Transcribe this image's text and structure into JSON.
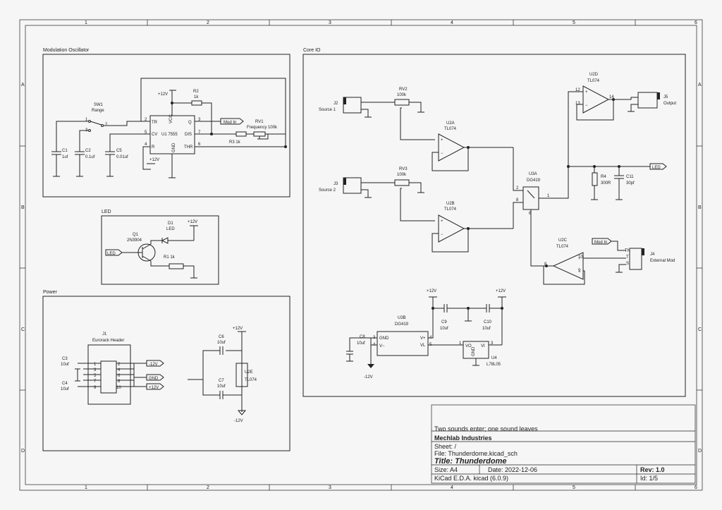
{
  "frame": {
    "cols": [
      "1",
      "2",
      "3",
      "4",
      "5",
      "6"
    ],
    "rows": [
      "A",
      "B",
      "C",
      "D"
    ]
  },
  "sections": {
    "modosc": "Modulation Oscillator",
    "coreio": "Core IO",
    "led": "LED",
    "power": "Power"
  },
  "modosc": {
    "sw1": "SW1",
    "sw1_val": "Range",
    "c1": "C1",
    "c1_val": "1uf",
    "c2": "C2",
    "c2_val": "0.1uf",
    "c5": "C5",
    "c5_val": "0.01uf",
    "r2": "R2",
    "r2_val": "1k",
    "r3": "R3 1k",
    "rv1": "RV1",
    "rv1_val": "Frequency 100k",
    "u1": "U1 7555",
    "vcc": "+12V",
    "vcc2": "+12V",
    "pins": {
      "tr": "TR",
      "cv": "CV",
      "r": "R",
      "q": "Q",
      "dis": "DIS",
      "thr": "THR",
      "vcc": "VCC",
      "gnd": "GND"
    },
    "modin": "Mod In"
  },
  "led": {
    "q1": "Q1",
    "q1_val": "2N3904",
    "d1": "D1",
    "d1_val": "LED",
    "r1": "R1 1k",
    "vcc": "+12V",
    "net": "LED"
  },
  "power": {
    "j1": "J1",
    "j1_val": "Eurorack Header",
    "c3": "C3",
    "c3_val": "10uf",
    "c4": "C4",
    "c4_val": "10uf",
    "c6": "C6",
    "c6_val": "10uf",
    "c7": "C7",
    "c7_val": "10uf",
    "u2e": "U2E",
    "u2e_val": "TL074",
    "p12": "+12V",
    "m12": "-12V",
    "n_m12": "-12V",
    "n_gnd": "GND",
    "n_p12": "+12V",
    "pins_l": [
      "1",
      "3",
      "5",
      "7",
      "9"
    ],
    "pins_r": [
      "2",
      "4",
      "6",
      "8",
      "10"
    ]
  },
  "core": {
    "j2": "J2",
    "j2_val": "Source 1",
    "j3": "J3",
    "j3_val": "Source 2",
    "rv2": "RV2",
    "rv2_val": "100k",
    "rv3": "RV3",
    "rv3_val": "100k",
    "u2a": "U2A",
    "u2a_val": "TL074",
    "u2b": "U2B",
    "u2b_val": "TL074",
    "u2c": "U2C",
    "u2c_val": "TL074",
    "u2d": "U2D",
    "u2d_val": "TL074",
    "u3a": "U3A",
    "u3a_val": "DG419",
    "u3b": "U3B",
    "u3b_val": "DG419",
    "r4": "R4",
    "r4_val": "300R",
    "c11": "C11",
    "c11_val": "30pf",
    "c8": "C8",
    "c8_val": "10uf",
    "c9": "C9",
    "c9_val": "10uf",
    "c10": "C10",
    "c10_val": "10uf",
    "u4": "U4",
    "u4_val": "L78L05",
    "j4": "J4",
    "j4_val": "External Mod",
    "j5": "J5",
    "j5_val": "Output",
    "led": "LED",
    "modin": "Mod In",
    "p12a": "+12V",
    "p12b": "+12V",
    "m12": "-12V"
  },
  "titleblock": {
    "comment": "Two sounds enter; one sound leaves",
    "company": "Mechlab Industries",
    "sheet": "Sheet: /",
    "file": "File: Thunderdome.kicad_sch",
    "title": "Title: Thunderdome",
    "size": "Size: A4",
    "date": "Date: 2022-12-06",
    "rev": "Rev: 1.0",
    "tool": "KiCad E.D.A.  kicad (6.0.9)",
    "id": "Id: 1/5"
  }
}
